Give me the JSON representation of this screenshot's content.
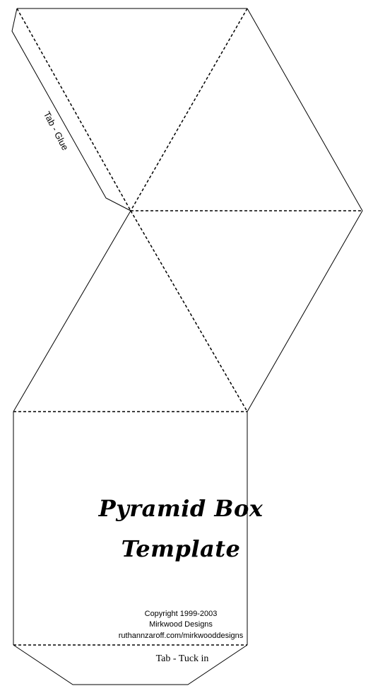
{
  "title_line1": "Pyramid Box",
  "title_line2": "Template",
  "copyright": "Copyright 1999-2003",
  "company": "Mirkwood Designs",
  "website": "ruthannzaroff.com/mirkwooddesigns",
  "tab_glue_label": "Tab - Glue",
  "tab_tuck_label": "Tab - Tuck in"
}
